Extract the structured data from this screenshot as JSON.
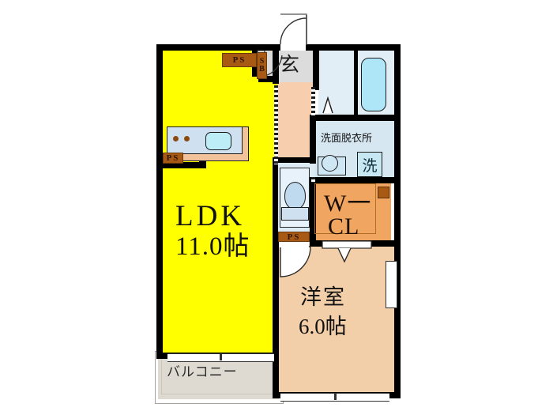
{
  "document": {
    "type": "floor-plan",
    "title": "間取り図",
    "background_color": "#ffffff"
  },
  "rooms": [
    {
      "id": "ldk",
      "name": "LDK",
      "area_label": "11.0帖",
      "fill_color": "#ffff00",
      "label_line1": "LDK",
      "label_line2": "11.0帖"
    },
    {
      "id": "bedroom",
      "name": "洋室",
      "area_label": "6.0帖",
      "fill_color": "#f2cfa8",
      "label_line1": "洋室",
      "label_line2": "6.0帖"
    },
    {
      "id": "wcl",
      "name": "W−CL",
      "fill_color": "#f0a560",
      "label_line1": "W一",
      "label_line2": "CL"
    },
    {
      "id": "washroom",
      "name": "洗面脱衣所",
      "fill_color": "#d6e7f2",
      "label_line1": "洗面脱衣所"
    },
    {
      "id": "bathroom",
      "name": "浴室",
      "fill_color": "#e2eef6"
    },
    {
      "id": "toilet",
      "name": "トイレ",
      "fill_color": "#dceaf4"
    },
    {
      "id": "genkan",
      "name": "玄関",
      "fill_color": "#dcdcdc",
      "label_line1": "玄"
    },
    {
      "id": "hallway",
      "name": "廊下",
      "fill_color": "#f7cfae"
    },
    {
      "id": "balcony",
      "name": "バルコニー",
      "fill_color": "#dedad2",
      "label_line1": "バルコニー"
    }
  ],
  "tags": [
    {
      "id": "ps-kitchen-top",
      "text": "PS",
      "orientation": "horizontal"
    },
    {
      "id": "ps-kitchen-side",
      "text": "PS",
      "orientation": "horizontal"
    },
    {
      "id": "ps-toilet",
      "text": "PS",
      "orientation": "horizontal"
    },
    {
      "id": "sb-genkan",
      "text_line1": "S",
      "text_line2": "B",
      "orientation": "vertical"
    }
  ],
  "fixtures": [
    {
      "id": "kitchen-counter",
      "name": "kitchen-counter"
    },
    {
      "id": "stove-burner-left",
      "name": "stove-burner"
    },
    {
      "id": "stove-burner-right",
      "name": "stove-burner"
    },
    {
      "id": "kitchen-sink",
      "name": "kitchen-sink"
    },
    {
      "id": "bathtub",
      "name": "bathtub"
    },
    {
      "id": "washing-machine-space",
      "name": "washing-machine-space",
      "label": "洗"
    },
    {
      "id": "lavatory-sink",
      "name": "lavatory-sink"
    },
    {
      "id": "toilet-bowl",
      "name": "toilet-bowl"
    },
    {
      "id": "toilet-tank",
      "name": "toilet-tank"
    }
  ],
  "colors": {
    "wall": "#000000",
    "ldk": "#ffff00",
    "bedroom": "#f2cfa8",
    "wcl": "#f0a560",
    "water_area": "#d6e7f2",
    "balcony": "#dedad2",
    "genkan": "#dcdcdc",
    "tag": "#a85a14",
    "tub": "#aee6f7"
  }
}
